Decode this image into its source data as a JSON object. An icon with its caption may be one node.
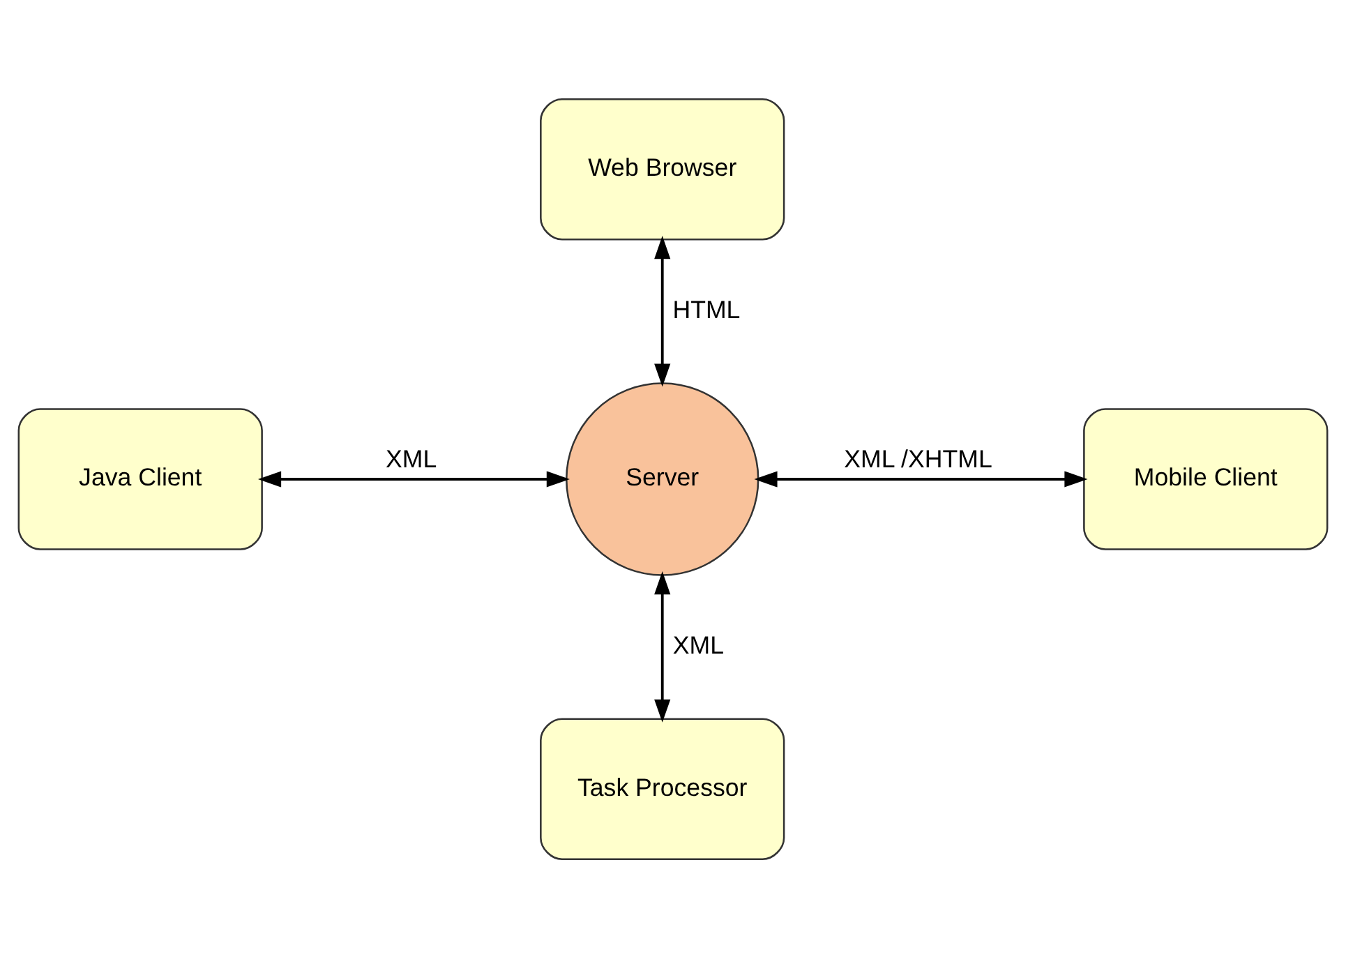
{
  "diagram": {
    "nodes": [
      {
        "text": [
          "Web Browser"
        ]
      },
      {
        "text": [
          "Java Client"
        ]
      },
      {
        "text": [
          "Server"
        ]
      },
      {
        "text": [
          "Mobile Client"
        ]
      },
      {
        "text": [
          "Task Processor"
        ]
      }
    ],
    "edges": [
      {
        "from": 2,
        "to": 0,
        "arrow": "both",
        "label": "HTML"
      },
      {
        "from": 1,
        "to": 2,
        "arrow": "both",
        "label": "XML"
      },
      {
        "from": 2,
        "to": 3,
        "arrow": "both",
        "label": "XML /XHTML"
      },
      {
        "from": 2,
        "to": 4,
        "arrow": "both",
        "label": "XML"
      }
    ]
  }
}
